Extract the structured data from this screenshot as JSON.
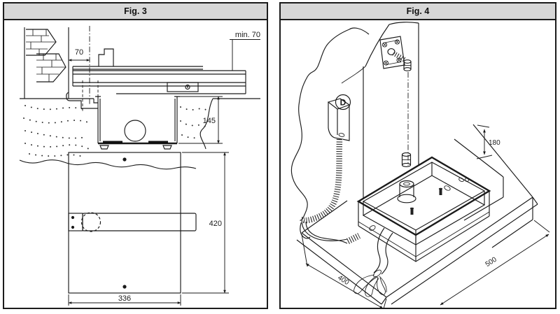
{
  "fig3": {
    "title": "Fig. 3",
    "dims": {
      "wall_offset": "70",
      "min_offset": "min. 70",
      "box_depth": "145",
      "plan_length": "420",
      "plan_width": "336"
    }
  },
  "fig4": {
    "title": "Fig. 4",
    "detail_label": "D",
    "dims": {
      "pit_depth": "180",
      "pit_width": "400",
      "pit_length": "500"
    }
  }
}
